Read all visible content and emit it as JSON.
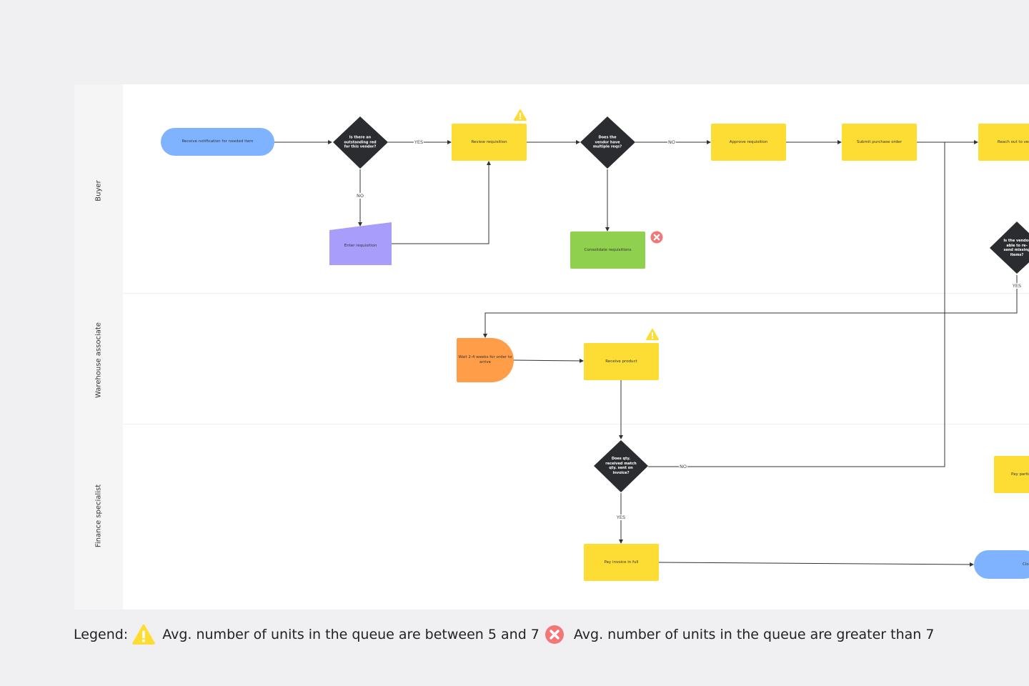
{
  "lanes": [
    "Buyer",
    "Warehouse associate",
    "Finance specialist"
  ],
  "nodes": {
    "start": "Receive notification for needed item",
    "d1": "Is there an outstanding red for this vendor?",
    "review": "Review requisition",
    "enter": "Enter requisition",
    "d2": "Does the vendor have multiple reqs?",
    "consolidate": "Consolidate requisitions",
    "approve": "Approve requisition",
    "submit": "Submit purchase order",
    "reach": "Reach out to ven",
    "d3": "Is the vendor able to re-send missing items?",
    "wait": "Wait 2-4 weeks for order to arrive",
    "receive": "Receive product",
    "d4": "Does qty. received match qty. sent on invoice?",
    "payfull": "Pay invoice in full",
    "paypartial": "Pay partia",
    "close": "Clo"
  },
  "edge_labels": {
    "yes": "YES",
    "no": "NO"
  },
  "legend": {
    "title": "Legend:",
    "warning": "Avg. number of units in the queue are between 5 and 7",
    "error": "Avg. number of units in the queue are greater than 7"
  },
  "colors": {
    "start": "#80b3ff",
    "process": "#fddc34",
    "manual": "#a99dfc",
    "consolidate": "#8fd14f",
    "delay": "#ff9d48",
    "decision": "#2b2c30",
    "warning": "#fddc34",
    "error": "#f27777"
  }
}
